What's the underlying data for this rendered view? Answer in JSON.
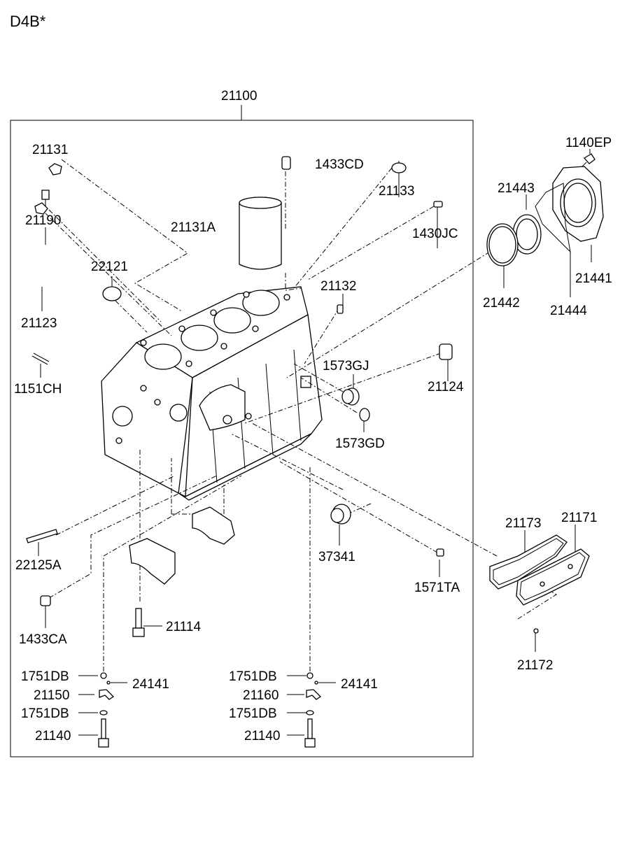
{
  "header": {
    "engine_code": "D4B*"
  },
  "assembly": {
    "main_part_no": "21100"
  },
  "parts": {
    "p21131": "21131",
    "p1433CD": "1433CD",
    "p21190": "21190",
    "p21131A": "21131A",
    "p21133": "21133",
    "p1430JC": "1430JC",
    "p22121": "22121",
    "p21123": "21123",
    "p21132": "21132",
    "p1151CH": "1151CH",
    "p1573GJ": "1573GJ",
    "p21124": "21124",
    "p1573GD": "1573GD",
    "p22125A": "22125A",
    "p37341": "37341",
    "p1571TA": "1571TA",
    "p1433CA": "1433CA",
    "p21114": "21114",
    "p1751DB_l1": "1751DB",
    "p24141_l": "24141",
    "p21150": "21150",
    "p1751DB_l2": "1751DB",
    "p21140_l": "21140",
    "p1751DB_r1": "1751DB",
    "p24141_r": "24141",
    "p21160": "21160",
    "p1751DB_r2": "1751DB",
    "p21140_r": "21140",
    "p1140EP": "1140EP",
    "p21443": "21443",
    "p21441": "21441",
    "p21442": "21442",
    "p21444": "21444",
    "p21173": "21173",
    "p21171": "21171",
    "p21172": "21172"
  }
}
